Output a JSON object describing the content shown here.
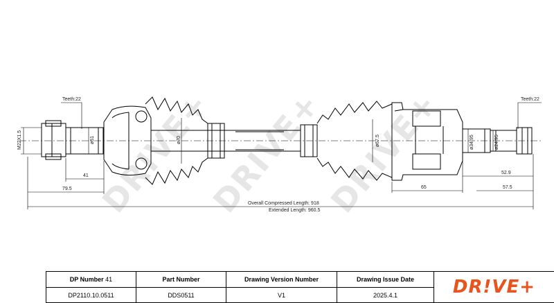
{
  "dimensions": {
    "teeth_left": "Teeth:22",
    "teeth_right": "Teeth:22",
    "thread": "M22X1.5",
    "d_51": "ø51",
    "d_70": "ø70",
    "d_67_5": "ø67.5",
    "d_34_95": "ø34.95",
    "d_24_95": "ø24.95",
    "len_41": "41",
    "len_79_5": "79.5",
    "len_52_9": "52.9",
    "len_65": "65",
    "len_57_5": "57.5",
    "overall": "Overall  Compressed  Length: 918",
    "extended": "Extended  Length: 960.5"
  },
  "watermark": [
    "DRIVE+",
    "DRIVE+",
    "DRIVE+"
  ],
  "title_block": {
    "dp_number_label": "DP Number",
    "dp_number_suffix": "41",
    "part_number_label": "Part Number",
    "drawing_version_label": "Drawing Version Number",
    "drawing_date_label": "Drawing Issue Date",
    "dp_number": "DP2110.10.0511",
    "part_number": "DDS0511",
    "drawing_version": "V1",
    "drawing_date": "2025.4.1",
    "logo": "DR!VE+"
  },
  "colors": {
    "logo": "#e8541c",
    "line": "#000000",
    "watermark": "#e6e6e6"
  }
}
